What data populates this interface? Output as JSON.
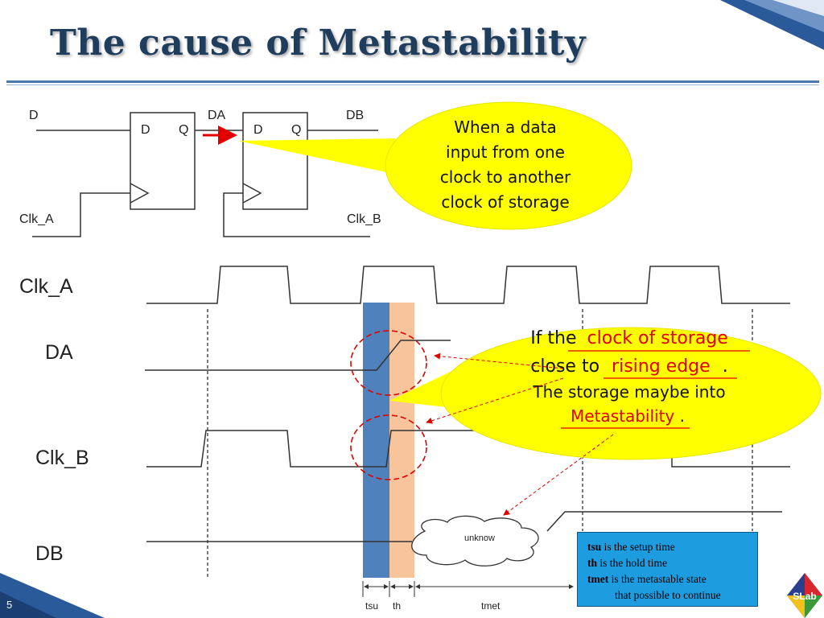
{
  "slide": {
    "title": "The cause of Metastability",
    "page_number": "5",
    "logo_text": "SLab"
  },
  "circuit": {
    "labels": {
      "d_input": "D",
      "da_node": "DA",
      "db_output": "DB",
      "clk_a": "Clk_A",
      "clk_b": "Clk_B"
    },
    "flipflop_1": {
      "d_pin": "D",
      "q_pin": "Q"
    },
    "flipflop_2": {
      "d_pin": "D",
      "q_pin": "Q"
    }
  },
  "callout_top": {
    "lines": [
      "When a data",
      "input from one",
      "clock to another",
      "clock of storage"
    ]
  },
  "callout_right": {
    "line1_prefix": "If the",
    "line1_highlight": "clock of storage",
    "line2_prefix": "close to",
    "line2_highlight": "rising edge",
    "line2_suffix": ".",
    "line3": "The storage maybe into",
    "line4_highlight": "Metastability",
    "line4_suffix": "."
  },
  "timing": {
    "signals": [
      "Clk_A",
      "DA",
      "Clk_B",
      "DB"
    ],
    "cloud_label": "unknow",
    "interval_labels": [
      "tsu",
      "th",
      "tmet"
    ]
  },
  "legend": {
    "items": [
      {
        "term": "tsu",
        "text": "is the setup time"
      },
      {
        "term": "th",
        "text": "is the hold time"
      },
      {
        "term": "tmet",
        "text": "is the metastable state"
      }
    ],
    "continuation": "that possible to continue"
  },
  "colors": {
    "title": "#1f3d5c",
    "setup_band": "#4f81bd",
    "hold_band": "#f8c49c",
    "callout_fill": "#ffff00",
    "highlight_text": "#e00000",
    "legend_fill": "#1e9ce0"
  }
}
